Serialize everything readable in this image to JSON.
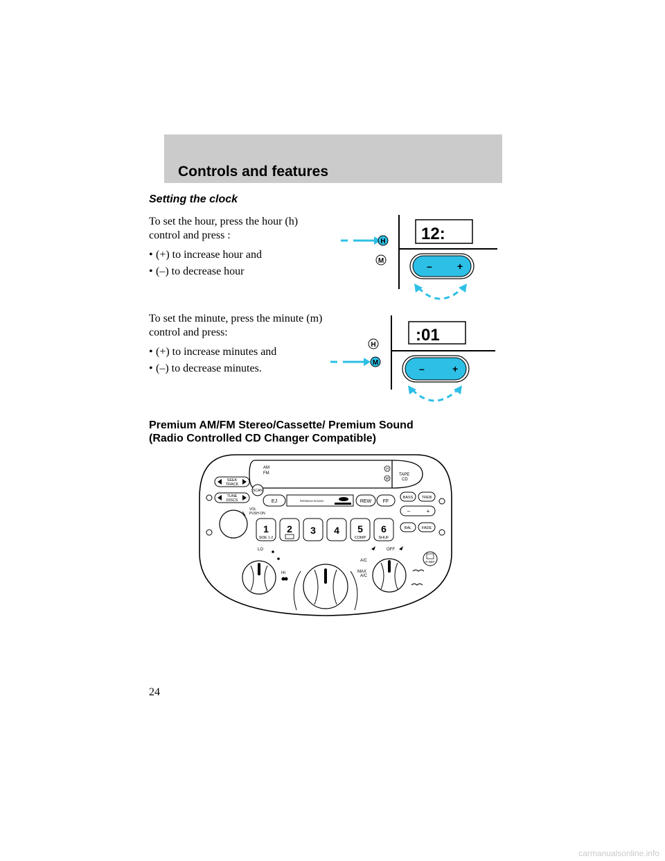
{
  "header": {
    "title": "Controls and features"
  },
  "section": {
    "title": "Setting the clock"
  },
  "hour_block": {
    "intro": "To set the hour, press the hour (h) control and press :",
    "bullets": [
      "(+) to increase hour and",
      "(–) to decrease hour"
    ]
  },
  "minute_block": {
    "intro": "To set the minute, press the minute (m) control and press:",
    "bullets": [
      "(+) to increase minutes and",
      "(–) to decrease minutes."
    ]
  },
  "clock_diagram_hour": {
    "display": "12:",
    "h_label": "H",
    "m_label": "M",
    "minus": "–",
    "plus": "+"
  },
  "clock_diagram_minute": {
    "display": ":01",
    "h_label": "H",
    "m_label": "M",
    "minus": "–",
    "plus": "+"
  },
  "radio": {
    "heading_line1": "Premium AM/FM Stereo/Cassette/ Premium Sound",
    "heading_line2": "(Radio Controlled CD Changer Compatible)",
    "am": "AM",
    "fm": "FM",
    "h": "H",
    "m": "M",
    "tape": "TAPE",
    "cd": "CD",
    "seek": "SEEK",
    "track": "TRACK",
    "scan": "SCAN",
    "tune": "TUNE",
    "discs": "DISCS",
    "ej": "EJ",
    "premium_sound": "PREMIUM SOUND",
    "rew": "REW",
    "ff": "FF",
    "bass": "BASS",
    "treb": "TREB",
    "minus": "–",
    "plus": "+",
    "vol": "VOL",
    "push_on": "PUSH ON",
    "presets": [
      "1",
      "2",
      "3",
      "4",
      "5",
      "6"
    ],
    "side12": "SIDE 1-2",
    "comp": "COMP",
    "shuf": "SHUF",
    "bal": "BAL",
    "fade": "FADE",
    "lo": "LO",
    "hi": "HI",
    "off": "OFF",
    "ac": "A/C",
    "max": "MAX",
    "max_ac": "A/C",
    "rdef": "R.DEF"
  },
  "page_number": "24",
  "watermark": "carmanualsonline.info",
  "colors": {
    "accent": "#2dbfe6",
    "band": "#cbcbcb"
  },
  "icons": [
    "seek-prev-icon",
    "seek-next-icon",
    "tune-left-icon",
    "tune-right-icon",
    "fan-icon",
    "vent-icon",
    "defrost-icon",
    "rear-defrost-icon",
    "ford-logo"
  ]
}
